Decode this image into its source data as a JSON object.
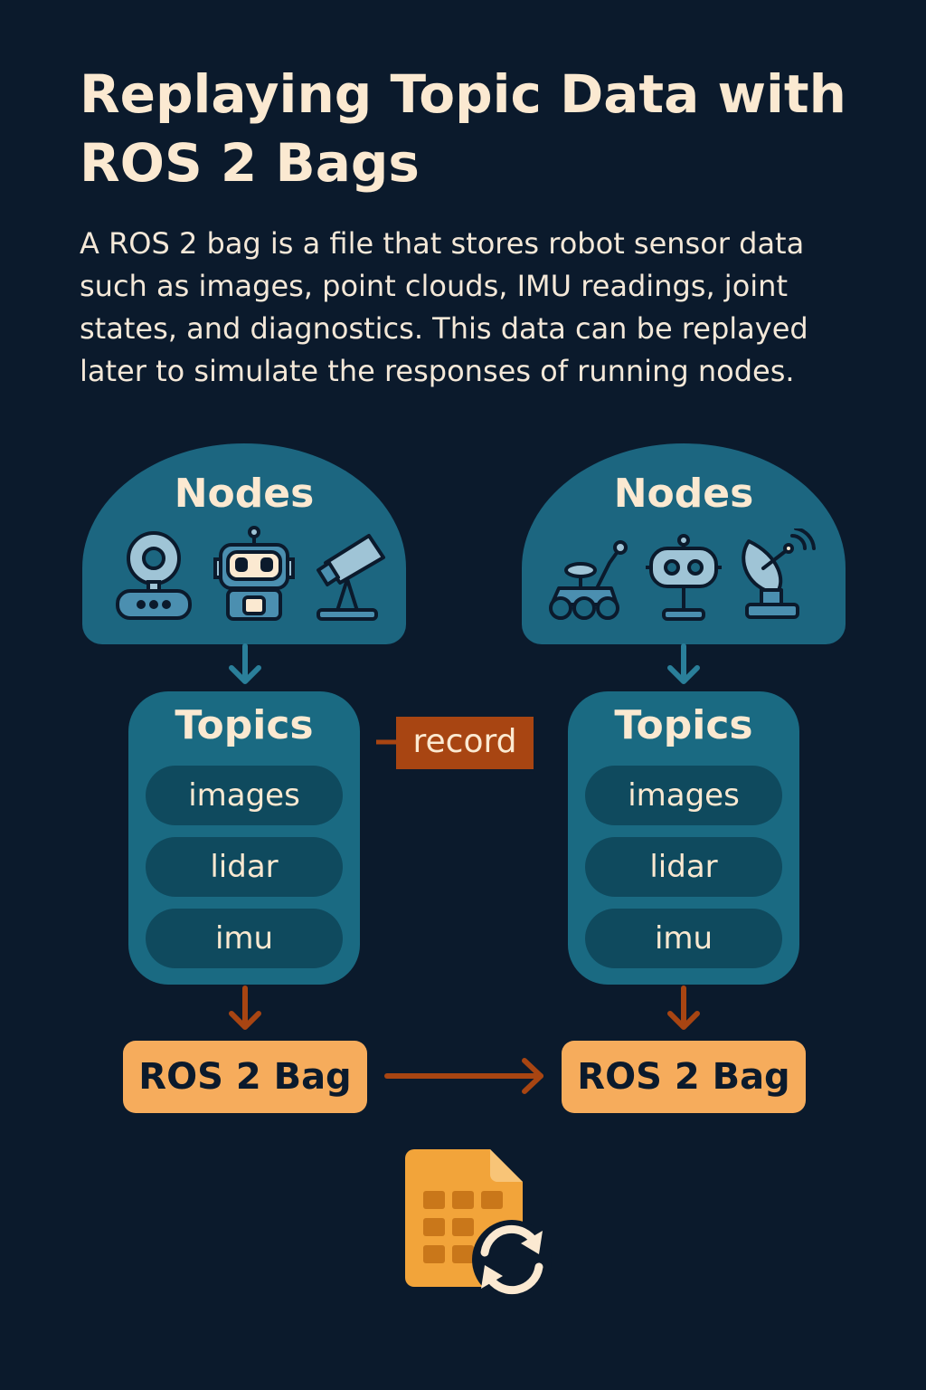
{
  "title": "Replaying Topic Data with ROS 2 Bags",
  "intro": "A ROS 2 bag is a file that stores robot sensor data such as images, point clouds, IMU readings, joint states, and diagnostics. This data can be replayed later to simulate the responses of running nodes.",
  "left": {
    "nodes_label": "Nodes",
    "node_icons": [
      "webcam-icon",
      "robot-head-icon",
      "telescope-icon"
    ],
    "topics_label": "Topics",
    "topics": [
      "images",
      "lidar",
      "imu"
    ],
    "bag_label": "ROS 2 Bag"
  },
  "right": {
    "nodes_label": "Nodes",
    "node_icons": [
      "rover-icon",
      "robot-icon",
      "satellite-dish-icon"
    ],
    "topics_label": "Topics",
    "topics": [
      "images",
      "lidar",
      "imu"
    ],
    "bag_label": "ROS 2 Bag"
  },
  "record_label": "record",
  "bottom_icon": "file-replay-icon",
  "colors": {
    "background": "#0b1a2c",
    "node_dome": "#1c6680",
    "topic_panel": "#1a6a82",
    "topic_pill": "#0f4a5e",
    "record_tag": "#a84512",
    "bag": "#f6ac5c",
    "arrow_blue": "#2a7f9a",
    "arrow_orange": "#a84512",
    "text": "#fbe9d1"
  }
}
